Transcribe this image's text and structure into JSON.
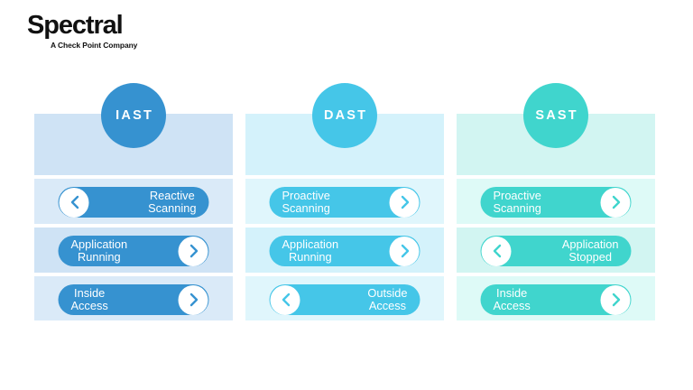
{
  "logo": {
    "wordmark": "Spectral",
    "tagline": "A Check Point Company"
  },
  "palette": {
    "iast_accent": "#3692d0",
    "iast_band_dark": "#cfe3f5",
    "iast_band_light": "#daeaf8",
    "dast_accent": "#45c6e8",
    "dast_band_dark": "#d4f2fb",
    "dast_band_light": "#e0f6fc",
    "sast_accent": "#40d5cd",
    "sast_band_dark": "#d2f5f2",
    "sast_band_light": "#defaf7",
    "badge_fill": "#ffffff",
    "text_on_accent": "#ffffff",
    "logo_text": "#111111"
  },
  "columns": [
    {
      "id": "iast",
      "title": "IAST",
      "accent": "#3692d0",
      "band_dark": "#cfe3f5",
      "band_light": "#daeaf8",
      "rows": [
        {
          "label": "Reactive\nScanning",
          "direction": "left",
          "icon": "chevron-left-icon"
        },
        {
          "label": "Application\nRunning",
          "direction": "right",
          "icon": "chevron-right-icon"
        },
        {
          "label": "Inside\nAccess",
          "direction": "right",
          "icon": "chevron-right-icon"
        }
      ]
    },
    {
      "id": "dast",
      "title": "DAST",
      "accent": "#45c6e8",
      "band_dark": "#d4f2fb",
      "band_light": "#e0f6fc",
      "rows": [
        {
          "label": "Proactive\nScanning",
          "direction": "right",
          "icon": "chevron-right-icon"
        },
        {
          "label": "Application\nRunning",
          "direction": "right",
          "icon": "chevron-right-icon"
        },
        {
          "label": "Outside\nAccess",
          "direction": "left",
          "icon": "chevron-left-icon"
        }
      ]
    },
    {
      "id": "sast",
      "title": "SAST",
      "accent": "#40d5cd",
      "band_dark": "#d2f5f2",
      "band_light": "#defaf7",
      "rows": [
        {
          "label": "Proactive\nScanning",
          "direction": "right",
          "icon": "chevron-right-icon"
        },
        {
          "label": "Application\nStopped",
          "direction": "left",
          "icon": "chevron-left-icon"
        },
        {
          "label": "Inside\nAccess",
          "direction": "right",
          "icon": "chevron-right-icon"
        }
      ]
    }
  ]
}
